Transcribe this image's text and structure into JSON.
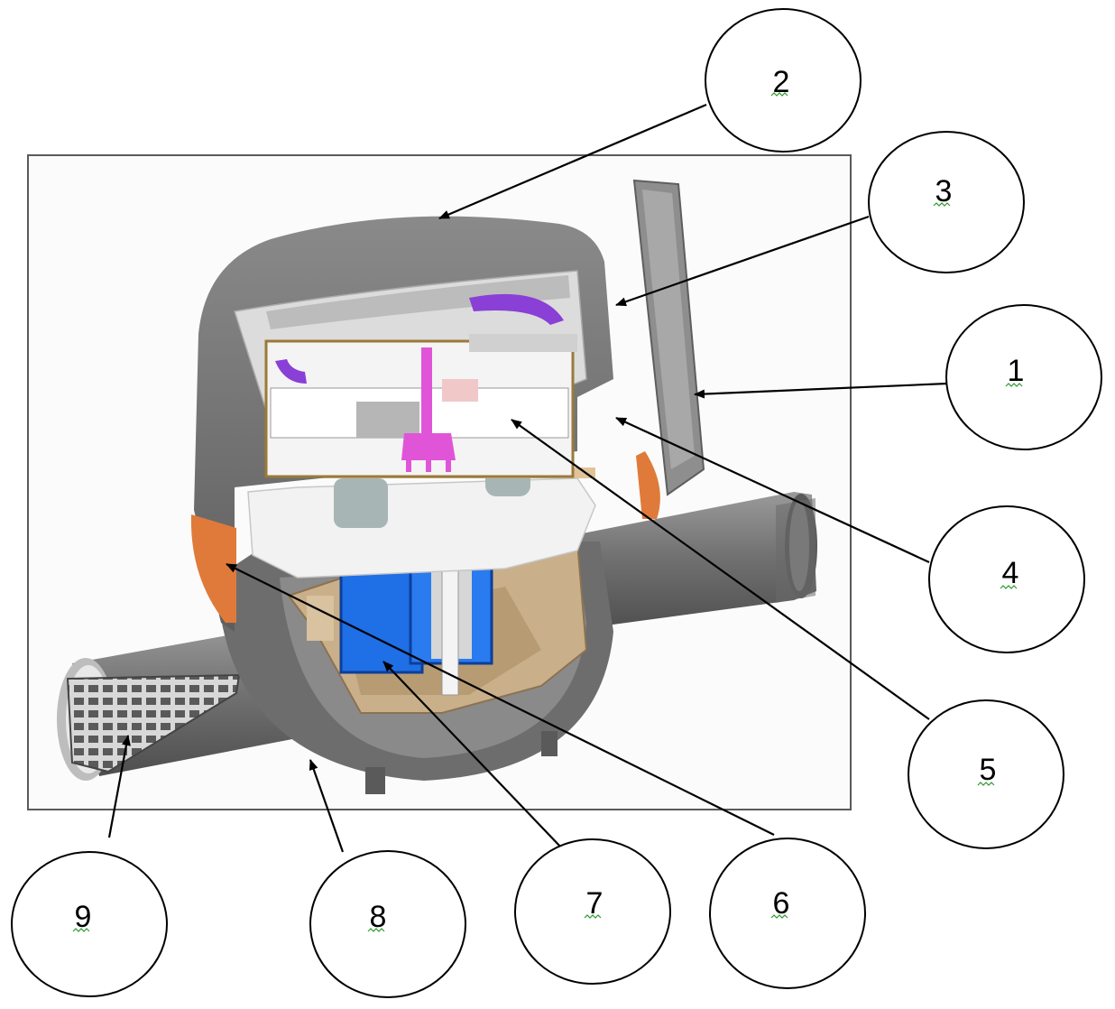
{
  "callouts": [
    {
      "id": "1",
      "label": "1"
    },
    {
      "id": "2",
      "label": "2"
    },
    {
      "id": "3",
      "label": "3"
    },
    {
      "id": "4",
      "label": "4"
    },
    {
      "id": "5",
      "label": "5"
    },
    {
      "id": "6",
      "label": "6"
    },
    {
      "id": "7",
      "label": "7"
    },
    {
      "id": "8",
      "label": "8"
    },
    {
      "id": "9",
      "label": "9"
    }
  ],
  "colors": {
    "housing": "#6f6f6f",
    "housing_light": "#9a9a9a",
    "cover_inner": "#d9d9d9",
    "mechanism": "#f2f2f2",
    "pink": "#e055d8",
    "purple": "#8a3fd6",
    "blue": "#1f6fe6",
    "tan": "#c9b08a",
    "orange": "#e07a3a",
    "frame": "#5a5a5a"
  },
  "icons": [
    "water-meter-cutaway-illustration",
    "arrow-pointer",
    "callout-circle",
    "spellcheck-squiggle"
  ]
}
